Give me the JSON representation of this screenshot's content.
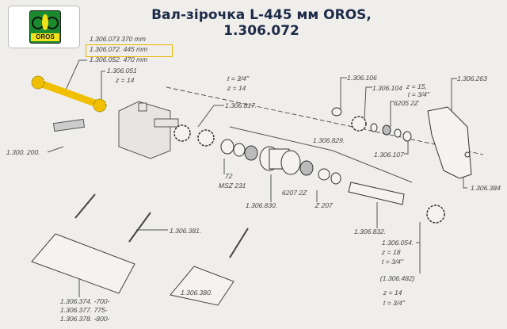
{
  "title": "Вал-зірочка L-445 мм OROS, 1.306.072",
  "logo": {
    "text": "OROS",
    "colors": {
      "green": "#1b8a2e",
      "yellow": "#f2e21b"
    }
  },
  "highlight_color": "#e6b800",
  "labels": {
    "shaft_073": "1.306.073   370 mm",
    "shaft_072": "1.306.072.  445 mm",
    "shaft_052": "1.306.052.  470 mm",
    "sprocket_051": "1.306.051",
    "sprocket_051_z": "z = 14",
    "chain_200": "1.300. 200.",
    "sprocket_817_t": "t = 3/4\"",
    "sprocket_817_z": "z = 14",
    "sprocket_817": "1.306.817.",
    "ring_72": "72",
    "ring_msz": "MSZ 231",
    "housing_830": "1.306.830.",
    "bearing_6207": "6207 2Z",
    "seal_z207": "Z 207",
    "assembly_829": "1.306.829.",
    "bolt_106": "1.306.106",
    "sprocket_104": "1.306.104",
    "sprocket_104_z": "z = 15,",
    "sprocket_104_t": "t = 3/4\"",
    "bearing_6205": "6205 2Z",
    "spacer_107": "1.306.107",
    "guard_263": "1.306.263",
    "washer_384": "1.306.384",
    "shaft_832": "1.306.832.",
    "sprocket_054": "1.306.054.",
    "sprocket_054_z": "z = 18",
    "sprocket_054_t": "t = 3/4\"",
    "sprocket_482": "(1.306.482)",
    "sprocket_482_z": "z = 14",
    "sprocket_482_t": "t = 3/4\"",
    "bracket_381": "1.306.381.",
    "plate_374": "1.306.374. -700-",
    "plate_377": "1.306.377.  775-",
    "plate_378": "1.306.378. -800-",
    "plate_380": "1.306.380."
  }
}
